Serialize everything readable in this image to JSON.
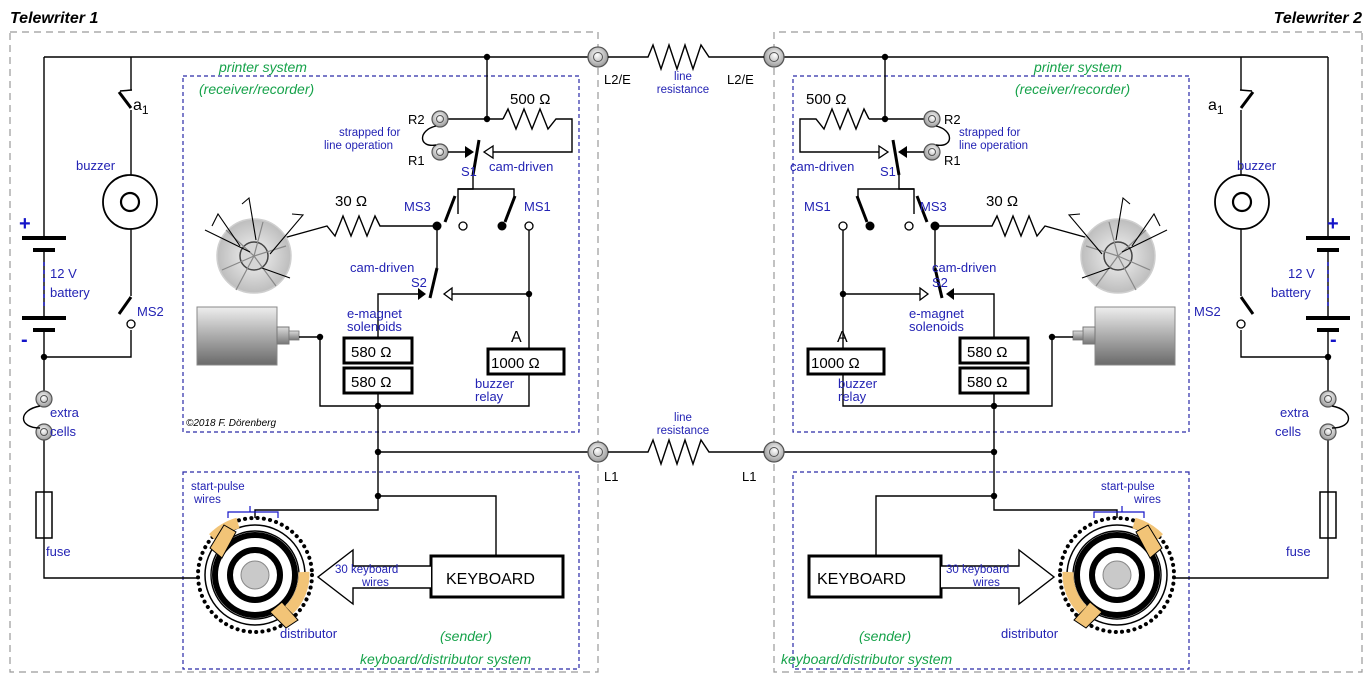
{
  "titles": {
    "left": "Telewriter 1",
    "right": "Telewriter 2"
  },
  "center": {
    "line_resistance": [
      "line",
      "resistance"
    ],
    "l2e_left": "L2/E",
    "l2e_right": "L2/E",
    "l1_left": "L1",
    "l1_right": "L1"
  },
  "left": {
    "printer_system": "printer system",
    "receiver_recorder": "(receiver/recorder)",
    "r500": "500 Ω",
    "r2": "R2",
    "r1": "R1",
    "strapped": [
      "strapped for",
      "line operation"
    ],
    "s1": "S1",
    "cam_driven_s1": "cam-driven",
    "r30": "30 Ω",
    "ms3": "MS3",
    "ms1": "MS1",
    "cam_driven_s2": "cam-driven",
    "s2": "S2",
    "emagnet": [
      "e-magnet",
      "solenoids"
    ],
    "sol1": "580 Ω",
    "sol2": "580 Ω",
    "a": "A",
    "r1000": "1000 Ω",
    "buzzer_relay": [
      "buzzer",
      "relay"
    ],
    "a1": "a",
    "a1_sub": "1",
    "buzzer": "buzzer",
    "ms2": "MS2",
    "battery": [
      "12 V",
      "battery"
    ],
    "plus": "+",
    "minus": "-",
    "extra_cells": [
      "extra",
      "cells"
    ],
    "fuse": "fuse",
    "copyright": "©2018 F. Dörenberg",
    "start_pulse": [
      "start-pulse",
      "wires"
    ],
    "keyboard": "KEYBOARD",
    "kb_wires": [
      "30 keyboard",
      "wires"
    ],
    "distributor": "distributor",
    "sender": "(sender)",
    "kb_system": "keyboard/distributor system"
  },
  "right": {
    "printer_system": "printer system",
    "receiver_recorder": "(receiver/recorder)",
    "r500": "500 Ω",
    "r2": "R2",
    "r1": "R1",
    "strapped": [
      "strapped for",
      "line operation"
    ],
    "s1": "S1",
    "cam_driven_s1": "cam-driven",
    "r30": "30 Ω",
    "ms3": "MS3",
    "ms1": "MS1",
    "cam_driven_s2": "cam-driven",
    "s2": "S2",
    "emagnet": [
      "e-magnet",
      "solenoids"
    ],
    "sol1": "580 Ω",
    "sol2": "580 Ω",
    "a": "A",
    "r1000": "1000 Ω",
    "buzzer_relay": [
      "buzzer",
      "relay"
    ],
    "a1": "a",
    "a1_sub": "1",
    "buzzer": "buzzer",
    "ms2": "MS2",
    "battery": [
      "12 V",
      "battery"
    ],
    "plus": "+",
    "minus": "-",
    "extra_cells": [
      "extra",
      "cells"
    ],
    "fuse": "fuse",
    "start_pulse": [
      "start-pulse",
      "wires"
    ],
    "keyboard": "KEYBOARD",
    "kb_wires": [
      "30 keyboard",
      "wires"
    ],
    "distributor": "distributor",
    "sender": "(sender)",
    "kb_system": "keyboard/distributor system"
  },
  "colors": {
    "label_blue": "#2323b4",
    "system_green": "#16a24a",
    "distributor_tan": "#f2c477"
  }
}
